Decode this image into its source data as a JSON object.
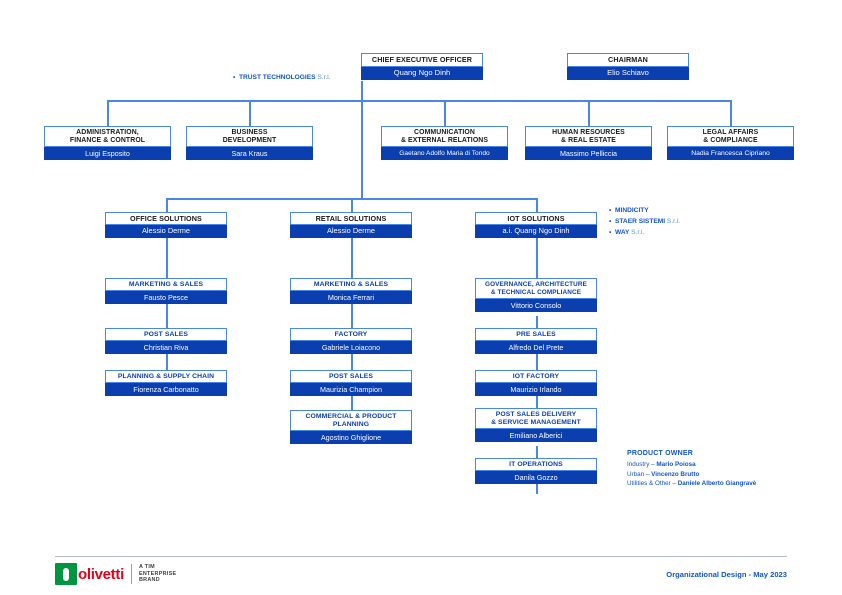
{
  "document": {
    "footer_note": "Organizational Design - May 2023"
  },
  "brand": {
    "mark_label": "olivetti-logo-mark",
    "wordmark": "olivetti",
    "tagline_line1": "A TIM",
    "tagline_line2": "ENTERPRISE",
    "tagline_line3": "BRAND",
    "green": "#009640",
    "red": "#e2001a"
  },
  "colors": {
    "line": "#4a86e8",
    "box_border": "#4a86e8",
    "person_fill": "#0b3eae",
    "accent_text": "#1155cc"
  },
  "executives": [
    {
      "title": "CHIEF EXECUTIVE OFFICER",
      "person": "Quang Ngo Dinh"
    },
    {
      "title": "CHAIRMAN",
      "person": "Elio Schiavo"
    }
  ],
  "ceo_side_note": {
    "label": "TRUST TECHNOLOGIES",
    "suffix": "S.r.l."
  },
  "departments": [
    {
      "title": "ADMINISTRATION,\nFINANCE & CONTROL",
      "title_l1": "ADMINISTRATION,",
      "title_l2": "FINANCE & CONTROL",
      "person": "Luigi Esposito"
    },
    {
      "title_l1": "BUSINESS",
      "title_l2": "DEVELOPMENT",
      "person": "Sara Kraus"
    },
    {
      "title_l1": "COMMUNICATION",
      "title_l2": "& EXTERNAL RELATIONS",
      "person": "Gaetano Adolfo Maria di Tondo"
    },
    {
      "title_l1": "HUMAN RESOURCES",
      "title_l2": "& REAL ESTATE",
      "person": "Massimo Pelliccia"
    },
    {
      "title_l1": "LEGAL AFFAIRS",
      "title_l2": "& COMPLIANCE",
      "person": "Nadia Francesca Cipriano"
    }
  ],
  "solutions": [
    {
      "title": "OFFICE SOLUTIONS",
      "person": "Alessio Derme"
    },
    {
      "title": "RETAIL SOLUTIONS",
      "person": "Alessio Derme"
    },
    {
      "title": "IOT SOLUTIONS",
      "person": "a.i. Quang Ngo Dinh"
    }
  ],
  "iot_side_notes": [
    {
      "label": "MINDICITY",
      "suffix": ""
    },
    {
      "label": "STAER SISTEMI",
      "suffix": "S.r.l."
    },
    {
      "label": "WAY",
      "suffix": "S.r.l."
    }
  ],
  "office_units": [
    {
      "title": "MARKETING & SALES",
      "person": "Fausto Pesce"
    },
    {
      "title": "POST SALES",
      "person": "Christian Riva"
    },
    {
      "title": "PLANNING & SUPPLY CHAIN",
      "person": "Fiorenza Carbonatto"
    }
  ],
  "retail_units": [
    {
      "title": "MARKETING & SALES",
      "person": "Monica Ferrari"
    },
    {
      "title": "FACTORY",
      "person": "Gabriele Loiacono"
    },
    {
      "title": "POST SALES",
      "person": "Maurizia Champion"
    },
    {
      "title_l1": "COMMERCIAL & PRODUCT",
      "title_l2": "PLANNING",
      "person": "Agostino Ghiglione"
    }
  ],
  "iot_units": [
    {
      "title_l1": "GOVERNANCE, ARCHITECTURE",
      "title_l2": "& TECHNICAL COMPLIANCE",
      "person": "Vittorio Consolo"
    },
    {
      "title": "PRE SALES",
      "person": "Alfredo Del Prete"
    },
    {
      "title": "IOT FACTORY",
      "person": "Maurizio Irlando"
    },
    {
      "title_l1": "POST SALES DELIVERY",
      "title_l2": "& SERVICE MANAGEMENT",
      "person": "Emiliano Alberici"
    },
    {
      "title": "IT OPERATIONS",
      "person": "Danila Gozzo"
    }
  ],
  "product_owner": {
    "heading": "PRODUCT OWNER",
    "rows": [
      {
        "label": "Industry – ",
        "name": "Mario Poiosa"
      },
      {
        "label": "Urban – ",
        "name": "Vincenzo Brutto"
      },
      {
        "label": "Utilities & Other – ",
        "name": "Daniele Alberto Giangravè"
      }
    ]
  }
}
